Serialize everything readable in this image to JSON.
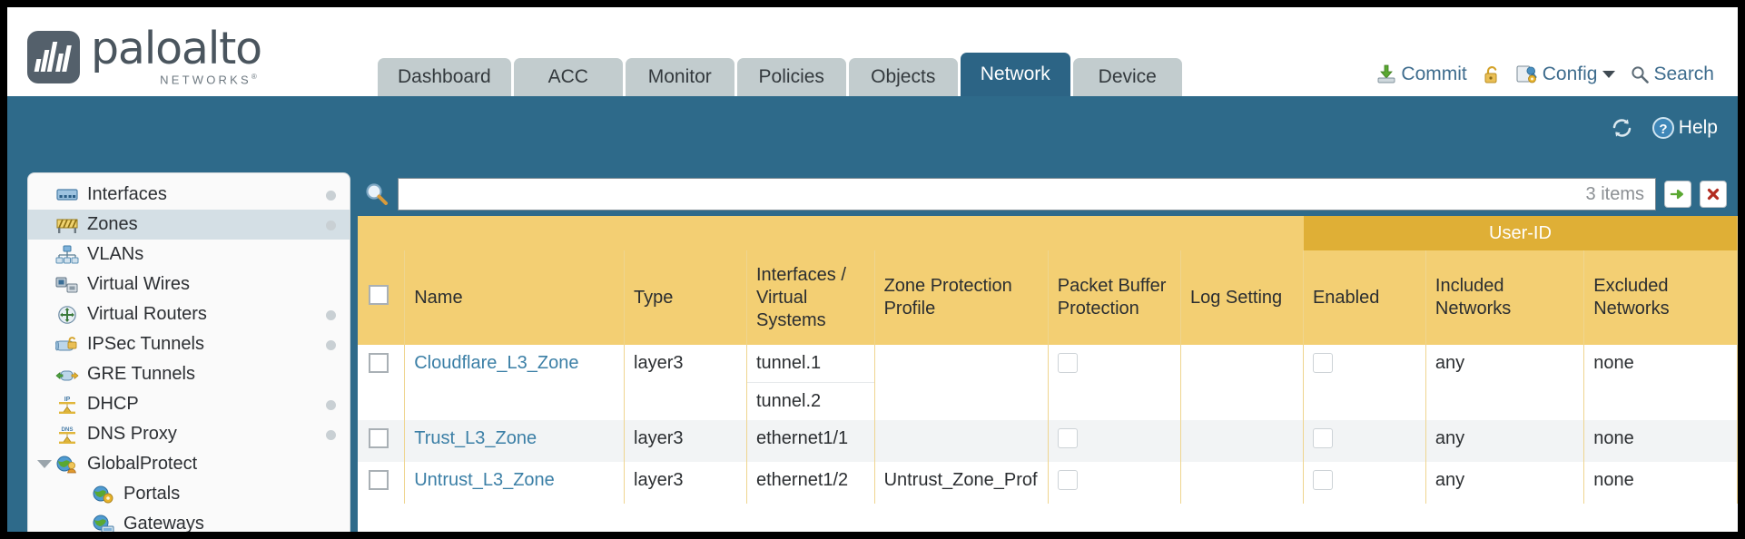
{
  "brand": {
    "name": "paloalto",
    "tagline": "NETWORKS"
  },
  "tabs": [
    {
      "label": "Dashboard",
      "active": false
    },
    {
      "label": "ACC",
      "active": false
    },
    {
      "label": "Monitor",
      "active": false
    },
    {
      "label": "Policies",
      "active": false
    },
    {
      "label": "Objects",
      "active": false
    },
    {
      "label": "Network",
      "active": true
    },
    {
      "label": "Device",
      "active": false
    }
  ],
  "utility": {
    "commit": "Commit",
    "config": "Config",
    "search": "Search"
  },
  "band": {
    "help": "Help"
  },
  "sidebar": {
    "items": [
      {
        "label": "Interfaces",
        "icon": "interfaces-icon",
        "selected": false,
        "dot": true,
        "child": false,
        "caret": false
      },
      {
        "label": "Zones",
        "icon": "zones-icon",
        "selected": true,
        "dot": true,
        "child": false,
        "caret": false
      },
      {
        "label": "VLANs",
        "icon": "vlans-icon",
        "selected": false,
        "dot": false,
        "child": false,
        "caret": false
      },
      {
        "label": "Virtual Wires",
        "icon": "virtual-wires-icon",
        "selected": false,
        "dot": false,
        "child": false,
        "caret": false
      },
      {
        "label": "Virtual Routers",
        "icon": "virtual-routers-icon",
        "selected": false,
        "dot": true,
        "child": false,
        "caret": false
      },
      {
        "label": "IPSec Tunnels",
        "icon": "ipsec-tunnels-icon",
        "selected": false,
        "dot": true,
        "child": false,
        "caret": false
      },
      {
        "label": "GRE Tunnels",
        "icon": "gre-tunnels-icon",
        "selected": false,
        "dot": false,
        "child": false,
        "caret": false
      },
      {
        "label": "DHCP",
        "icon": "dhcp-icon",
        "selected": false,
        "dot": true,
        "child": false,
        "caret": false
      },
      {
        "label": "DNS Proxy",
        "icon": "dns-proxy-icon",
        "selected": false,
        "dot": true,
        "child": false,
        "caret": false
      },
      {
        "label": "GlobalProtect",
        "icon": "globalprotect-icon",
        "selected": false,
        "dot": false,
        "child": false,
        "caret": true
      },
      {
        "label": "Portals",
        "icon": "portals-icon",
        "selected": false,
        "dot": false,
        "child": true,
        "caret": false
      },
      {
        "label": "Gateways",
        "icon": "gateways-icon",
        "selected": false,
        "dot": false,
        "child": true,
        "caret": false
      }
    ]
  },
  "search": {
    "value": "",
    "placeholder": "",
    "items_count": "3 items"
  },
  "table": {
    "group_header": "User-ID",
    "columns": [
      "Name",
      "Type",
      "Interfaces / Virtual Systems",
      "Zone Protection Profile",
      "Packet Buffer Protection",
      "Log Setting",
      "Enabled",
      "Included Networks",
      "Excluded Networks"
    ],
    "rows": [
      {
        "name": "Cloudflare_L3_Zone",
        "type": "layer3",
        "interfaces": [
          "tunnel.1",
          "tunnel.2"
        ],
        "zone_protection_profile": "",
        "packet_buffer_protection": false,
        "log_setting": "",
        "user_id_enabled": false,
        "included_networks": "any",
        "excluded_networks": "none"
      },
      {
        "name": "Trust_L3_Zone",
        "type": "layer3",
        "interfaces": [
          "ethernet1/1"
        ],
        "zone_protection_profile": "",
        "packet_buffer_protection": false,
        "log_setting": "",
        "user_id_enabled": false,
        "included_networks": "any",
        "excluded_networks": "none"
      },
      {
        "name": "Untrust_L3_Zone",
        "type": "layer3",
        "interfaces": [
          "ethernet1/2"
        ],
        "zone_protection_profile": "Untrust_Zone_Prof",
        "packet_buffer_protection": false,
        "log_setting": "",
        "user_id_enabled": false,
        "included_networks": "any",
        "excluded_networks": "none"
      }
    ]
  },
  "colors": {
    "band": "#2e6a8a",
    "active_tab": "#2c6485",
    "header_gold": "#f3cf73",
    "group_gold": "#dfaf36",
    "link": "#3b7fa6"
  }
}
